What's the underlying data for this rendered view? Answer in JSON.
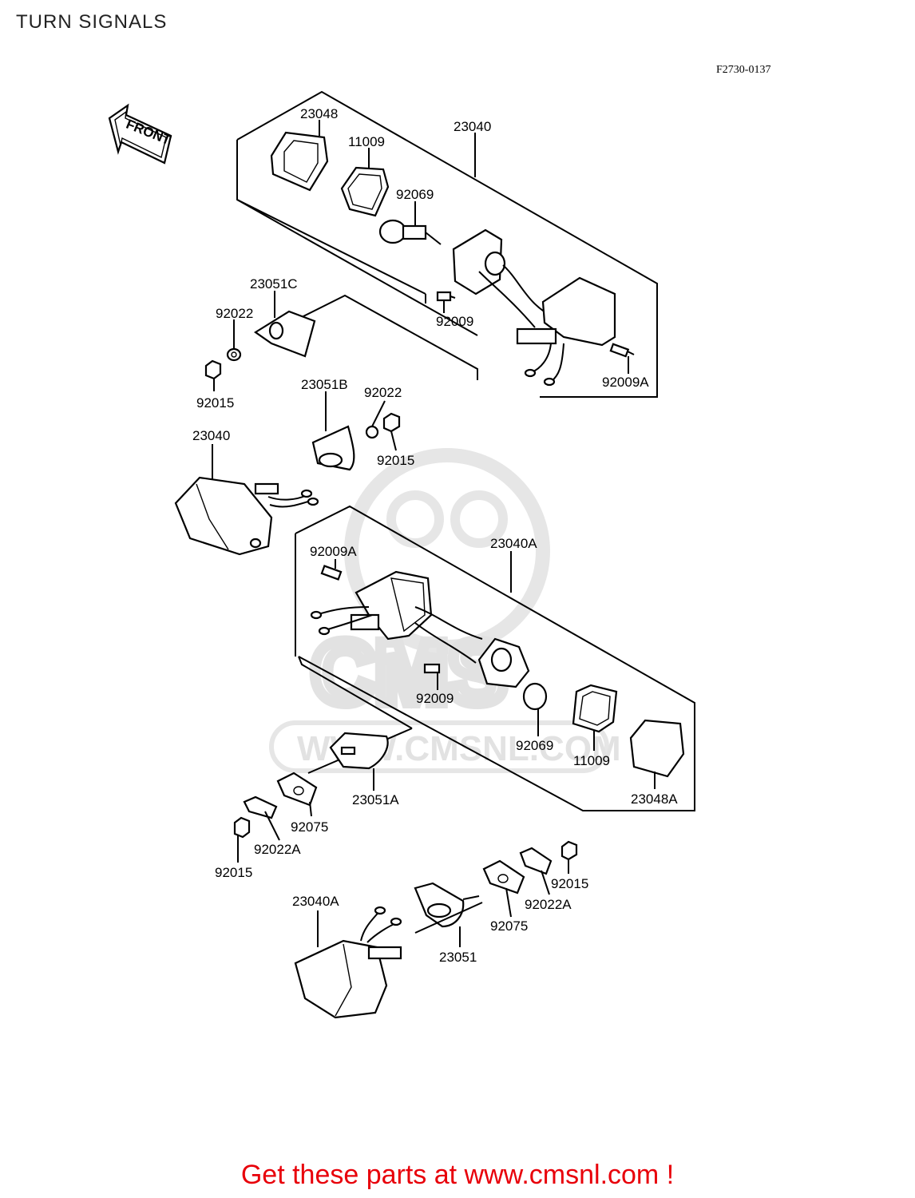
{
  "header": {
    "title": "TURN SIGNALS",
    "figure_code": "F2730-0137"
  },
  "front_arrow": {
    "label": "FRONT",
    "icon": "front-arrow-icon"
  },
  "callouts": {
    "c23048": "23048",
    "c23040_top": "23040",
    "c11009_top": "11009",
    "c92069_top": "92069",
    "c23051C": "23051C",
    "c92022_top": "92022",
    "c92009_top": "92009",
    "c92015_top": "92015",
    "c92009A_top": "92009A",
    "c23051B": "23051B",
    "c92022_mid": "92022",
    "c23040_left": "23040",
    "c92015_mid": "92015",
    "c92009A_mid": "92009A",
    "c23040A_box": "23040A",
    "c92009_mid": "92009",
    "c92069_mid": "92069",
    "c11009_mid": "11009",
    "c23048A": "23048A",
    "c23051A": "23051A",
    "c92075_mid": "92075",
    "c92022A_mid": "92022A",
    "c92015_low": "92015",
    "c92015_right": "92015",
    "c92022A_right": "92022A",
    "c92075_right": "92075",
    "c23040A_bottom": "23040A",
    "c23051": "23051"
  },
  "watermark": {
    "logo_text": "CMS",
    "url_text": "WWW.CMSNL.COM"
  },
  "footer": {
    "promo": "Get these parts at www.cmsnl.com !",
    "promo_color": "#e8000a"
  }
}
